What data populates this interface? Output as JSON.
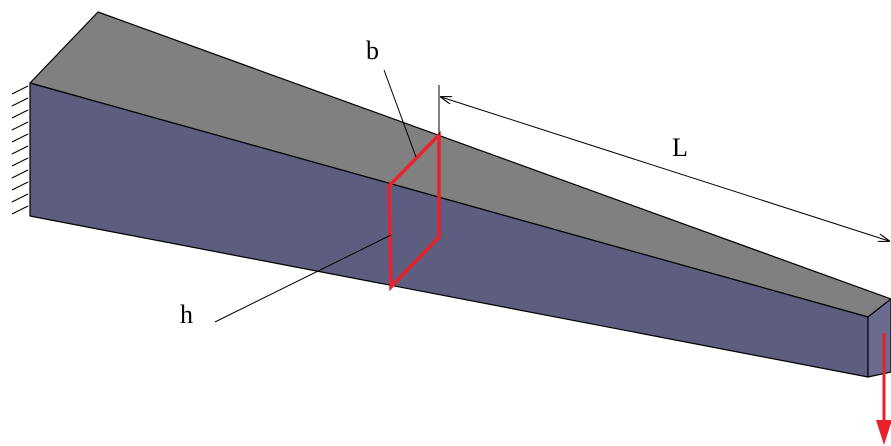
{
  "labels": {
    "width": "b",
    "height": "h",
    "length": "L"
  },
  "colors": {
    "top_face": "#808080",
    "side_face": "#5d5d80",
    "end_face": "#6b6b8f",
    "section_outline": "#e8222a",
    "load_arrow": "#e8222a",
    "edges": "#000000",
    "background": "#ffffff"
  },
  "icons": {
    "support": "fixed-wall-hatch-icon",
    "load": "downward-force-arrow-icon"
  }
}
